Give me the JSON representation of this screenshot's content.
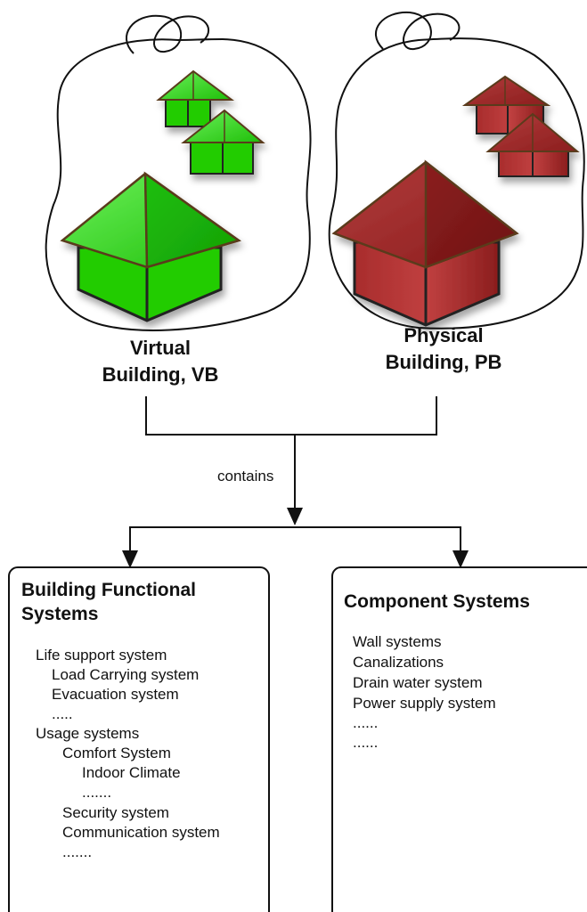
{
  "virtual_building": {
    "label_line1": "Virtual",
    "label_line2": "Building, VB",
    "color": "#22cc00"
  },
  "physical_building": {
    "label_line1": "Physical",
    "label_line2": "Building, PB",
    "color": "#8b1a1a"
  },
  "connector": {
    "label": "contains"
  },
  "functional_box": {
    "title_line1": "Building Functional",
    "title_line2": "Systems",
    "items": [
      "Life support system",
      "Load Carrying system",
      "Evacuation system",
      ".....",
      "Usage systems",
      "Comfort System",
      "Indoor Climate",
      ".......",
      "Security system",
      "Communication system",
      "......."
    ]
  },
  "component_box": {
    "title": "Component Systems",
    "items": [
      "Wall systems",
      "Canalizations",
      "Drain water system",
      "Power supply system",
      "......",
      "......"
    ]
  }
}
